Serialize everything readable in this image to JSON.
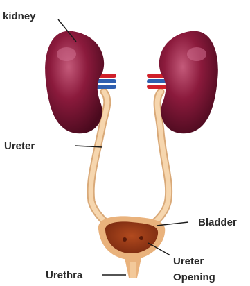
{
  "labels": {
    "kidney": "kidney",
    "ureter": "Ureter",
    "bladder": "Bladder",
    "ureter_opening_line1": "Ureter",
    "ureter_opening_line2": "Opening",
    "urethra": "Urethra"
  },
  "colors": {
    "kidney": "#8b1a3c",
    "kidney_highlight": "#c45a7a",
    "ureter": "#f3d2a8",
    "ureter_edge": "#d9a978",
    "bladder_outer": "#e9b27c",
    "bladder_inner": "#9a3a1a",
    "vein": "#2f5fb0",
    "artery": "#d0202a",
    "label_text": "#2a2a2a"
  }
}
